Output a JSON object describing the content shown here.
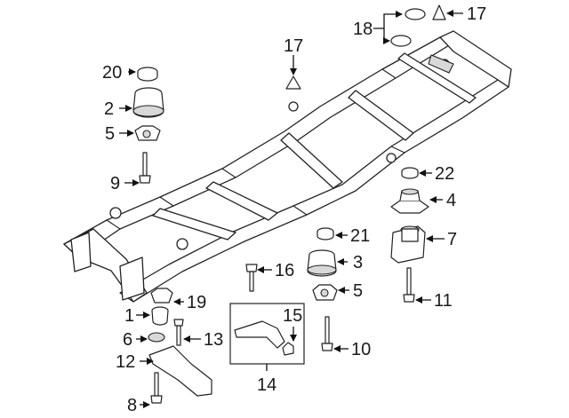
{
  "callouts": {
    "c20": "20",
    "c2": "2",
    "c5a": "5",
    "c9": "9",
    "c18": "18",
    "c17a": "17",
    "c17b": "17",
    "c22": "22",
    "c4": "4",
    "c21": "21",
    "c7": "7",
    "c3": "3",
    "c16": "16",
    "c5b": "5",
    "c11": "11",
    "c19": "19",
    "c1": "1",
    "c15": "15",
    "c6": "6",
    "c13": "13",
    "c10": "10",
    "c12": "12",
    "c14": "14",
    "c8": "8"
  }
}
